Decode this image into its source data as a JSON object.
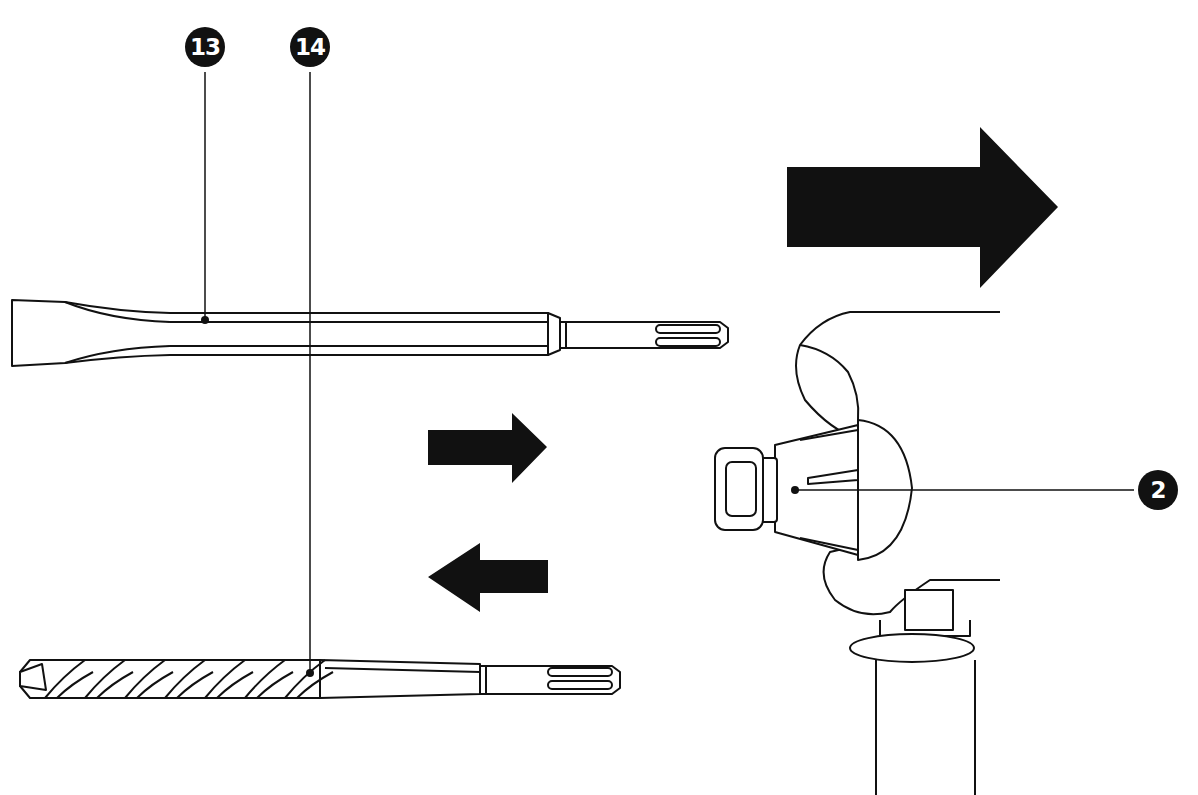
{
  "diagram": {
    "labels": [
      "13",
      "14",
      "2"
    ]
  }
}
